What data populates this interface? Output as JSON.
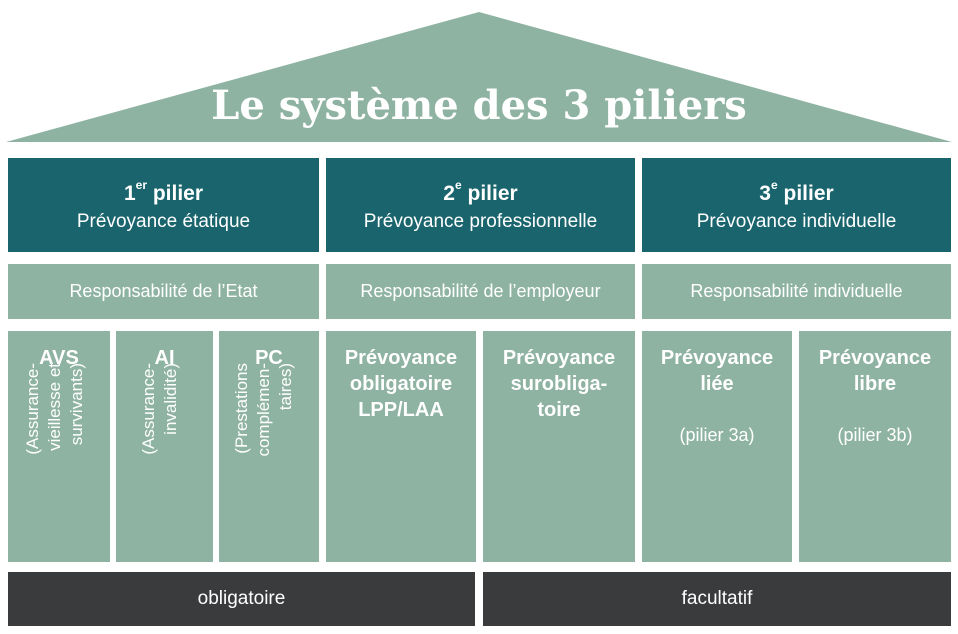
{
  "title": "Le système des 3 piliers",
  "colors": {
    "roof": "#8fb3a3",
    "pillar_header": "#19646d",
    "pillar_body": "#8fb3a3",
    "footer": "#3a3b3d",
    "text": "#ffffff"
  },
  "pillars": [
    {
      "num": "1",
      "sup": "er",
      "word": "pilier",
      "subtitle": "Prévoyance étatique",
      "responsibility": "Responsabilité de l’Etat"
    },
    {
      "num": "2",
      "sup": "e",
      "word": "pilier",
      "subtitle": "Prévoyance professionnelle",
      "responsibility": "Responsabilité de l’employeur"
    },
    {
      "num": "3",
      "sup": "e",
      "word": "pilier",
      "subtitle": "Prévoyance individuelle",
      "responsibility": "Responsabilité individuelle"
    }
  ],
  "first_pillar_columns": [
    {
      "title": "AVS",
      "lines": [
        "(Assurance-",
        "vieillesse et",
        "survivants)"
      ]
    },
    {
      "title": "AI",
      "lines": [
        "(Assurance-",
        "invalidité)"
      ]
    },
    {
      "title": "PC",
      "lines": [
        "(Prestations",
        "complémen-",
        "taires)"
      ]
    }
  ],
  "second_pillar_columns": [
    {
      "lines": [
        "Prévoyance",
        "obligatoire",
        "LPP/LAA"
      ]
    },
    {
      "lines": [
        "Prévoyance",
        "surobliga-",
        "toire"
      ]
    }
  ],
  "third_pillar_columns": [
    {
      "lines": [
        "Prévoyance",
        "liée"
      ],
      "sub": "(pilier 3a)"
    },
    {
      "lines": [
        "Prévoyance",
        "libre"
      ],
      "sub": "(pilier 3b)"
    }
  ],
  "footer": {
    "left": "obligatoire",
    "right": "facultatif"
  }
}
